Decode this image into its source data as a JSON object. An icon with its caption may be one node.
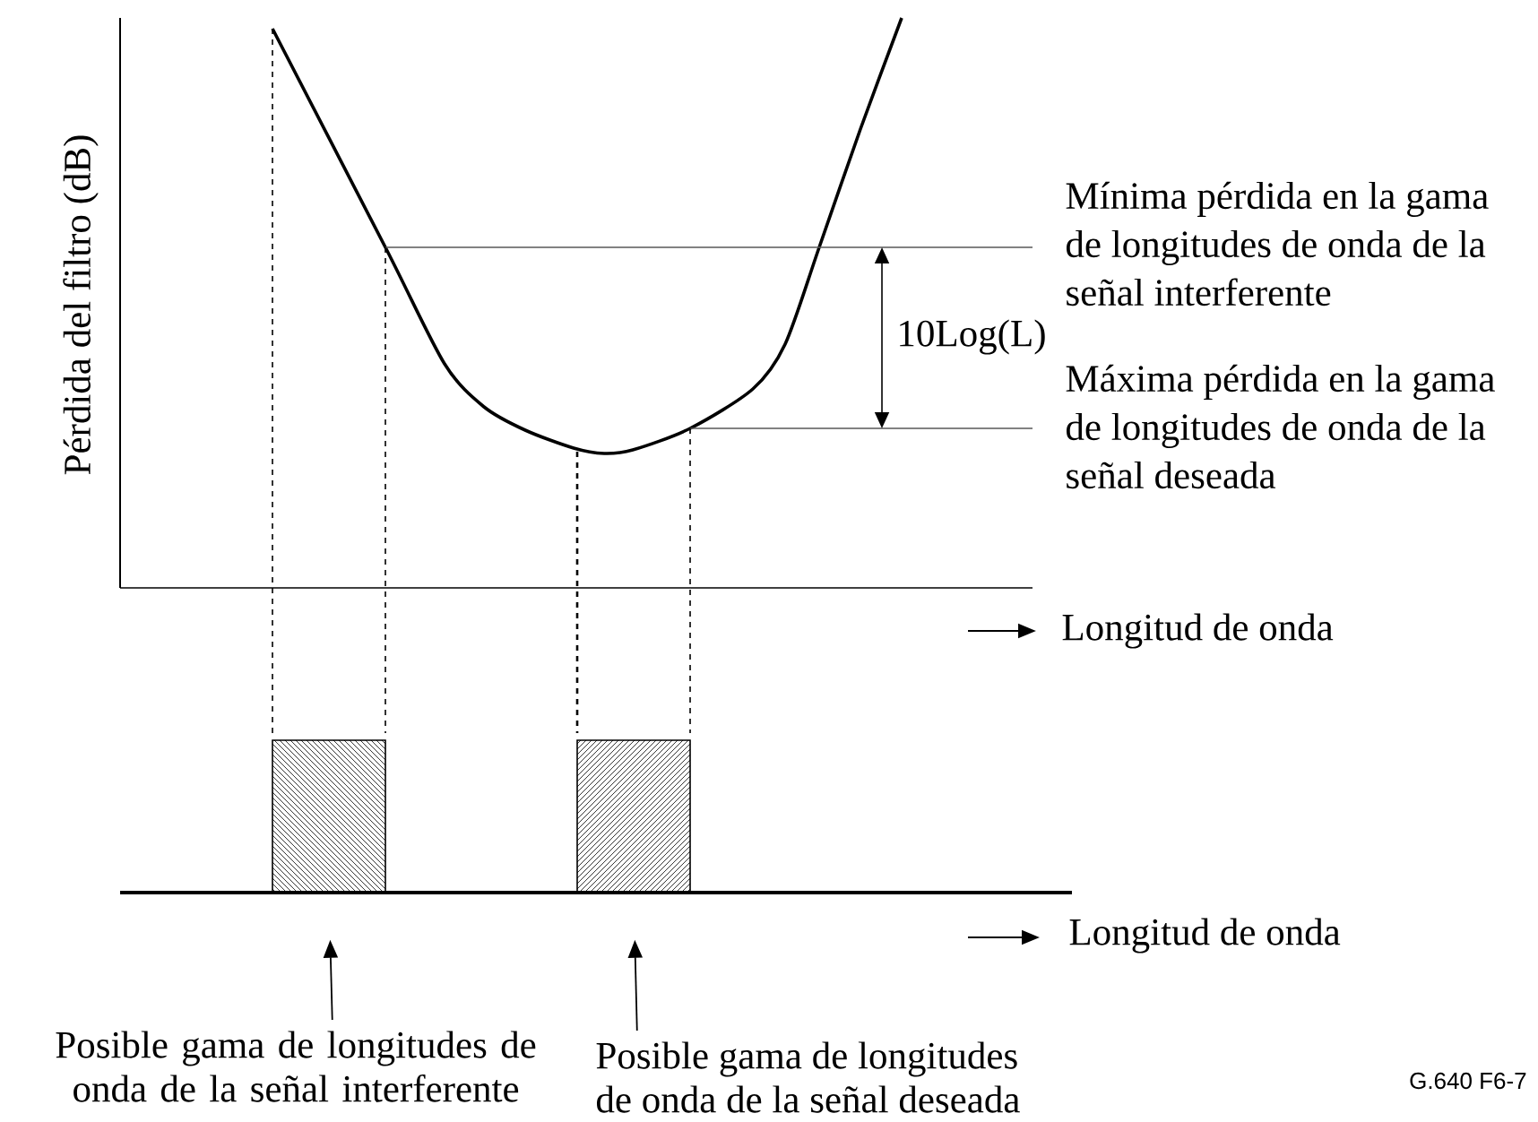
{
  "diagram": {
    "nodes": [
      {
        "text": [],
        "shape": "box"
      },
      {
        "text": [],
        "shape": "box"
      },
      {
        "text": [
          "Posible gama de longitudes de onda de la señal interferente"
        ]
      },
      {
        "text": [
          "Posible gama de longitudes de onda de la señal deseada"
        ]
      }
    ],
    "edges": [
      {
        "from": 2,
        "to": 0,
        "arrow": "to"
      },
      {
        "from": 3,
        "to": 1,
        "arrow": "to"
      }
    ],
    "labels": [
      "Pérdida del filtro (dB)",
      "Mínima pérdida en la gama de longitudes de onda de la señal interferente",
      "10Log(L)",
      "Máxima pérdida en la gama de longitudes de onda de la señal deseada",
      "Longitud de onda",
      "Longitud de onda",
      "G.640 F6-7"
    ]
  }
}
